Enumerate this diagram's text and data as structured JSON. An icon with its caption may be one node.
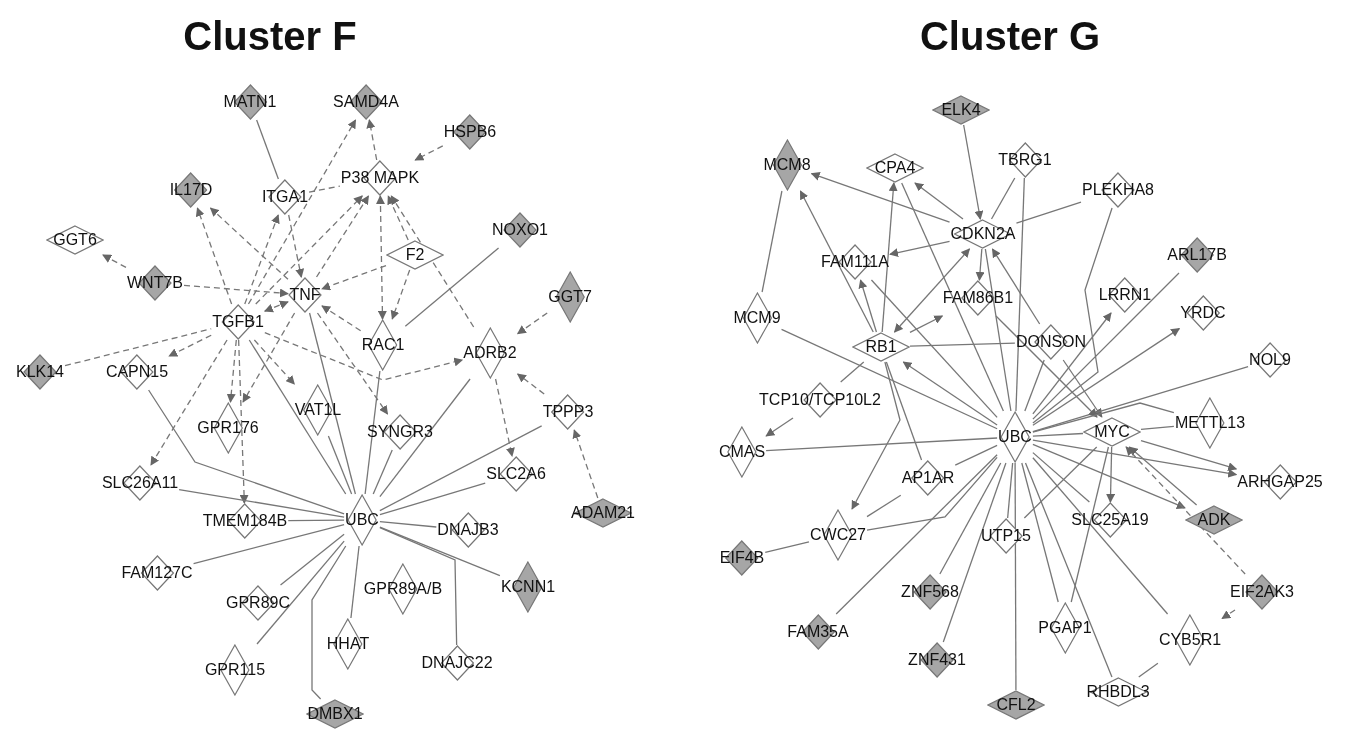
{
  "diagram": {
    "nodes": [
      {
        "text": [
          "MATN1"
        ]
      },
      {
        "text": [
          "SAMD4A"
        ]
      },
      {
        "text": [
          "HSPB6"
        ]
      },
      {
        "text": [
          "IL17D"
        ]
      },
      {
        "text": [
          "ITGA1"
        ]
      },
      {
        "text": [
          "P38 MAPK"
        ]
      },
      {
        "text": [
          "GGT6"
        ]
      },
      {
        "text": [
          "WNT7B"
        ]
      },
      {
        "text": [
          "NOXO1"
        ]
      },
      {
        "text": [
          "F2"
        ]
      },
      {
        "text": [
          "TNF"
        ]
      },
      {
        "text": [
          "GGT7"
        ]
      },
      {
        "text": [
          "TGFB1"
        ]
      },
      {
        "text": [
          "RAC1"
        ]
      },
      {
        "text": [
          "ADRB2"
        ]
      },
      {
        "text": [
          "KLK14"
        ]
      },
      {
        "text": [
          "CAPN15"
        ]
      },
      {
        "text": [
          "VAT1L"
        ]
      },
      {
        "text": [
          "GPR176"
        ]
      },
      {
        "text": [
          "SYNGR3"
        ]
      },
      {
        "text": [
          "TPPP3"
        ]
      },
      {
        "text": [
          "SLC26A11"
        ]
      },
      {
        "text": [
          "SLC2A6"
        ]
      },
      {
        "text": [
          "TMEM184B"
        ]
      },
      {
        "text": [
          "UBC"
        ]
      },
      {
        "text": [
          "DNAJB3"
        ]
      },
      {
        "text": [
          "ADAM21"
        ]
      },
      {
        "text": [
          "FAM127C"
        ]
      },
      {
        "text": [
          "KCNN1"
        ]
      },
      {
        "text": [
          "GPR89A/B"
        ]
      },
      {
        "text": [
          "GPR89C"
        ]
      },
      {
        "text": [
          "HHAT"
        ]
      },
      {
        "text": [
          "GPR115"
        ]
      },
      {
        "text": [
          "DNAJC22"
        ]
      },
      {
        "text": [
          "DMBX1"
        ]
      },
      {
        "text": [
          "ELK4"
        ]
      },
      {
        "text": [
          "MCM8"
        ]
      },
      {
        "text": [
          "CPA4"
        ]
      },
      {
        "text": [
          "TBRG1"
        ]
      },
      {
        "text": [
          "PLEKHA8"
        ]
      },
      {
        "text": [
          "CDKN2A"
        ]
      },
      {
        "text": [
          "ARL17B"
        ]
      },
      {
        "text": [
          "FAM111A"
        ]
      },
      {
        "text": [
          "FAM86B1"
        ]
      },
      {
        "text": [
          "LRRN1"
        ]
      },
      {
        "text": [
          "MCM9"
        ]
      },
      {
        "text": [
          "YRDC"
        ]
      },
      {
        "text": [
          "DONSON"
        ]
      },
      {
        "text": [
          "RB1"
        ]
      },
      {
        "text": [
          "NOL9"
        ]
      },
      {
        "text": [
          "TCP10/TCP10L2"
        ]
      },
      {
        "text": [
          "UBC"
        ]
      },
      {
        "text": [
          "MYC"
        ]
      },
      {
        "text": [
          "METTL13"
        ]
      },
      {
        "text": [
          "CMAS"
        ]
      },
      {
        "text": [
          "AP1AR"
        ]
      },
      {
        "text": [
          "ARHGAP25"
        ]
      },
      {
        "text": [
          "SLC25A19"
        ]
      },
      {
        "text": [
          "ADK"
        ]
      },
      {
        "text": [
          "CWC27"
        ]
      },
      {
        "text": [
          "UTP15"
        ]
      },
      {
        "text": [
          "EIF4B"
        ]
      },
      {
        "text": [
          "ZNF568"
        ]
      },
      {
        "text": [
          "EIF2AK3"
        ]
      },
      {
        "text": [
          "FAM35A"
        ]
      },
      {
        "text": [
          "PGAP1"
        ]
      },
      {
        "text": [
          "CYB5R1"
        ]
      },
      {
        "text": [
          "ZNF431"
        ]
      },
      {
        "text": [
          "RHBDL3"
        ]
      },
      {
        "text": [
          "CFL2"
        ]
      }
    ],
    "edges": [
      {
        "from": 4,
        "to": 0,
        "arrow": "none"
      },
      {
        "from": 12,
        "to": 3,
        "arrow": "to",
        "style": "dashed"
      },
      {
        "from": 10,
        "to": 3,
        "arrow": "to",
        "style": "dashed"
      },
      {
        "from": 12,
        "to": 4,
        "arrow": "to",
        "style": "dashed"
      },
      {
        "from": 4,
        "to": 10,
        "arrow": "to",
        "style": "dashed"
      },
      {
        "from": 7,
        "to": 6,
        "arrow": "to",
        "style": "dashed"
      },
      {
        "from": 7,
        "to": 10,
        "arrow": "to",
        "style": "dashed"
      },
      {
        "from": 12,
        "to": 10,
        "arrow": "both",
        "style": "dashed"
      },
      {
        "from": 15,
        "to": 12,
        "arrow": "none",
        "style": "dashed"
      },
      {
        "from": 12,
        "to": 16,
        "arrow": "to",
        "style": "dashed"
      },
      {
        "from": 12,
        "to": 21,
        "arrow": "to",
        "style": "dashed"
      },
      {
        "from": 12,
        "to": 23,
        "arrow": "to",
        "style": "dashed"
      },
      {
        "from": 12,
        "to": 18,
        "arrow": "to",
        "style": "dashed"
      },
      {
        "from": 12,
        "to": 17,
        "arrow": "to",
        "style": "dashed"
      },
      {
        "from": 10,
        "to": 19,
        "arrow": "to",
        "style": "dashed"
      },
      {
        "from": 12,
        "to": 14,
        "arrow": "to",
        "style": "dashed"
      },
      {
        "from": 12,
        "to": 1,
        "arrow": "to",
        "style": "dashed"
      },
      {
        "from": 12,
        "to": 5,
        "arrow": "to",
        "style": "dashed"
      },
      {
        "from": 5,
        "to": 1,
        "arrow": "to",
        "style": "dashed"
      },
      {
        "from": 2,
        "to": 5,
        "arrow": "to",
        "style": "dashed"
      },
      {
        "from": 4,
        "to": 5,
        "arrow": "none",
        "style": "dashed"
      },
      {
        "from": 10,
        "to": 5,
        "arrow": "to",
        "style": "dashed"
      },
      {
        "from": 5,
        "to": 13,
        "arrow": "both",
        "style": "dashed"
      },
      {
        "from": 9,
        "to": 5,
        "arrow": "to",
        "style": "dashed"
      },
      {
        "from": 9,
        "to": 10,
        "arrow": "to",
        "style": "dashed"
      },
      {
        "from": 9,
        "to": 13,
        "arrow": "to",
        "style": "dashed"
      },
      {
        "from": 14,
        "to": 5,
        "arrow": "to",
        "style": "dashed"
      },
      {
        "from": 13,
        "to": 10,
        "arrow": "to",
        "style": "dashed"
      },
      {
        "from": 8,
        "to": 13,
        "arrow": "none"
      },
      {
        "from": 11,
        "to": 14,
        "arrow": "to",
        "style": "dashed"
      },
      {
        "from": 20,
        "to": 14,
        "arrow": "to",
        "style": "dashed"
      },
      {
        "from": 26,
        "to": 20,
        "arrow": "to",
        "style": "dashed"
      },
      {
        "from": 14,
        "to": 22,
        "arrow": "to",
        "style": "dashed"
      },
      {
        "from": 10,
        "to": 18,
        "arrow": "to",
        "style": "dashed"
      },
      {
        "from": 10,
        "to": 24,
        "arrow": "none"
      },
      {
        "from": 13,
        "to": 24,
        "arrow": "none"
      },
      {
        "from": 14,
        "to": 24,
        "arrow": "none"
      },
      {
        "from": 16,
        "to": 24,
        "arrow": "none"
      },
      {
        "from": 17,
        "to": 24,
        "arrow": "none"
      },
      {
        "from": 12,
        "to": 24,
        "arrow": "none"
      },
      {
        "from": 19,
        "to": 24,
        "arrow": "none"
      },
      {
        "from": 20,
        "to": 24,
        "arrow": "none"
      },
      {
        "from": 22,
        "to": 24,
        "arrow": "none"
      },
      {
        "from": 23,
        "to": 24,
        "arrow": "none"
      },
      {
        "from": 21,
        "to": 24,
        "arrow": "none"
      },
      {
        "from": 25,
        "to": 24,
        "arrow": "none"
      },
      {
        "from": 28,
        "to": 24,
        "arrow": "none"
      },
      {
        "from": 33,
        "to": 24,
        "arrow": "none"
      },
      {
        "from": 27,
        "to": 24,
        "arrow": "none"
      },
      {
        "from": 30,
        "to": 24,
        "arrow": "none"
      },
      {
        "from": 32,
        "to": 24,
        "arrow": "none"
      },
      {
        "from": 31,
        "to": 24,
        "arrow": "none"
      },
      {
        "from": 34,
        "to": 24,
        "arrow": "none"
      },
      {
        "from": 35,
        "to": 40,
        "arrow": "to"
      },
      {
        "from": 40,
        "to": 36,
        "arrow": "to"
      },
      {
        "from": 40,
        "to": 37,
        "arrow": "to"
      },
      {
        "from": 38,
        "to": 40,
        "arrow": "none"
      },
      {
        "from": 39,
        "to": 40,
        "arrow": "none"
      },
      {
        "from": 40,
        "to": 42,
        "arrow": "to"
      },
      {
        "from": 40,
        "to": 43,
        "arrow": "to"
      },
      {
        "from": 48,
        "to": 40,
        "arrow": "both"
      },
      {
        "from": 47,
        "to": 40,
        "arrow": "to"
      },
      {
        "from": 45,
        "to": 36,
        "arrow": "none"
      },
      {
        "from": 48,
        "to": 36,
        "arrow": "to"
      },
      {
        "from": 48,
        "to": 42,
        "arrow": "to"
      },
      {
        "from": 48,
        "to": 37,
        "arrow": "to"
      },
      {
        "from": 48,
        "to": 43,
        "arrow": "to"
      },
      {
        "from": 48,
        "to": 47,
        "arrow": "none"
      },
      {
        "from": 50,
        "to": 54,
        "arrow": "to"
      },
      {
        "from": 48,
        "to": 59,
        "arrow": "to"
      },
      {
        "from": 48,
        "to": 55,
        "arrow": "none"
      },
      {
        "from": 48,
        "to": 50,
        "arrow": "none"
      },
      {
        "from": 51,
        "to": 48,
        "arrow": "to"
      },
      {
        "from": 45,
        "to": 51,
        "arrow": "none"
      },
      {
        "from": 37,
        "to": 51,
        "arrow": "none"
      },
      {
        "from": 42,
        "to": 51,
        "arrow": "none"
      },
      {
        "from": 38,
        "to": 51,
        "arrow": "none"
      },
      {
        "from": 40,
        "to": 51,
        "arrow": "none"
      },
      {
        "from": 39,
        "to": 51,
        "arrow": "none"
      },
      {
        "from": 47,
        "to": 51,
        "arrow": "none"
      },
      {
        "from": 47,
        "to": 52,
        "arrow": "to"
      },
      {
        "from": 51,
        "to": 44,
        "arrow": "to"
      },
      {
        "from": 41,
        "to": 51,
        "arrow": "none"
      },
      {
        "from": 51,
        "to": 46,
        "arrow": "to"
      },
      {
        "from": 49,
        "to": 51,
        "arrow": "none"
      },
      {
        "from": 43,
        "to": 52,
        "arrow": "to"
      },
      {
        "from": 51,
        "to": 52,
        "arrow": "none"
      },
      {
        "from": 53,
        "to": 51,
        "arrow": "none"
      },
      {
        "from": 54,
        "to": 51,
        "arrow": "none"
      },
      {
        "from": 55,
        "to": 51,
        "arrow": "none"
      },
      {
        "from": 51,
        "to": 56,
        "arrow": "to"
      },
      {
        "from": 51,
        "to": 57,
        "arrow": "none"
      },
      {
        "from": 51,
        "to": 58,
        "arrow": "to"
      },
      {
        "from": 59,
        "to": 51,
        "arrow": "none"
      },
      {
        "from": 61,
        "to": 59,
        "arrow": "none"
      },
      {
        "from": 55,
        "to": 59,
        "arrow": "none"
      },
      {
        "from": 60,
        "to": 51,
        "arrow": "none"
      },
      {
        "from": 62,
        "to": 51,
        "arrow": "none"
      },
      {
        "from": 64,
        "to": 51,
        "arrow": "none"
      },
      {
        "from": 67,
        "to": 51,
        "arrow": "none"
      },
      {
        "from": 69,
        "to": 51,
        "arrow": "none"
      },
      {
        "from": 65,
        "to": 51,
        "arrow": "none"
      },
      {
        "from": 68,
        "to": 51,
        "arrow": "none"
      },
      {
        "from": 66,
        "to": 51,
        "arrow": "none"
      },
      {
        "from": 52,
        "to": 57,
        "arrow": "to"
      },
      {
        "from": 52,
        "to": 65,
        "arrow": "none"
      },
      {
        "from": 52,
        "to": 60,
        "arrow": "none"
      },
      {
        "from": 52,
        "to": 53,
        "arrow": "none"
      },
      {
        "from": 52,
        "to": 56,
        "arrow": "to"
      },
      {
        "from": 58,
        "to": 52,
        "arrow": "to"
      },
      {
        "from": 63,
        "to": 52,
        "arrow": "to",
        "style": "dashed"
      },
      {
        "from": 63,
        "to": 66,
        "arrow": "to",
        "style": "dashed"
      },
      {
        "from": 66,
        "to": 68,
        "arrow": "none"
      }
    ],
    "labels": [
      "Cluster F",
      "Cluster G"
    ]
  }
}
